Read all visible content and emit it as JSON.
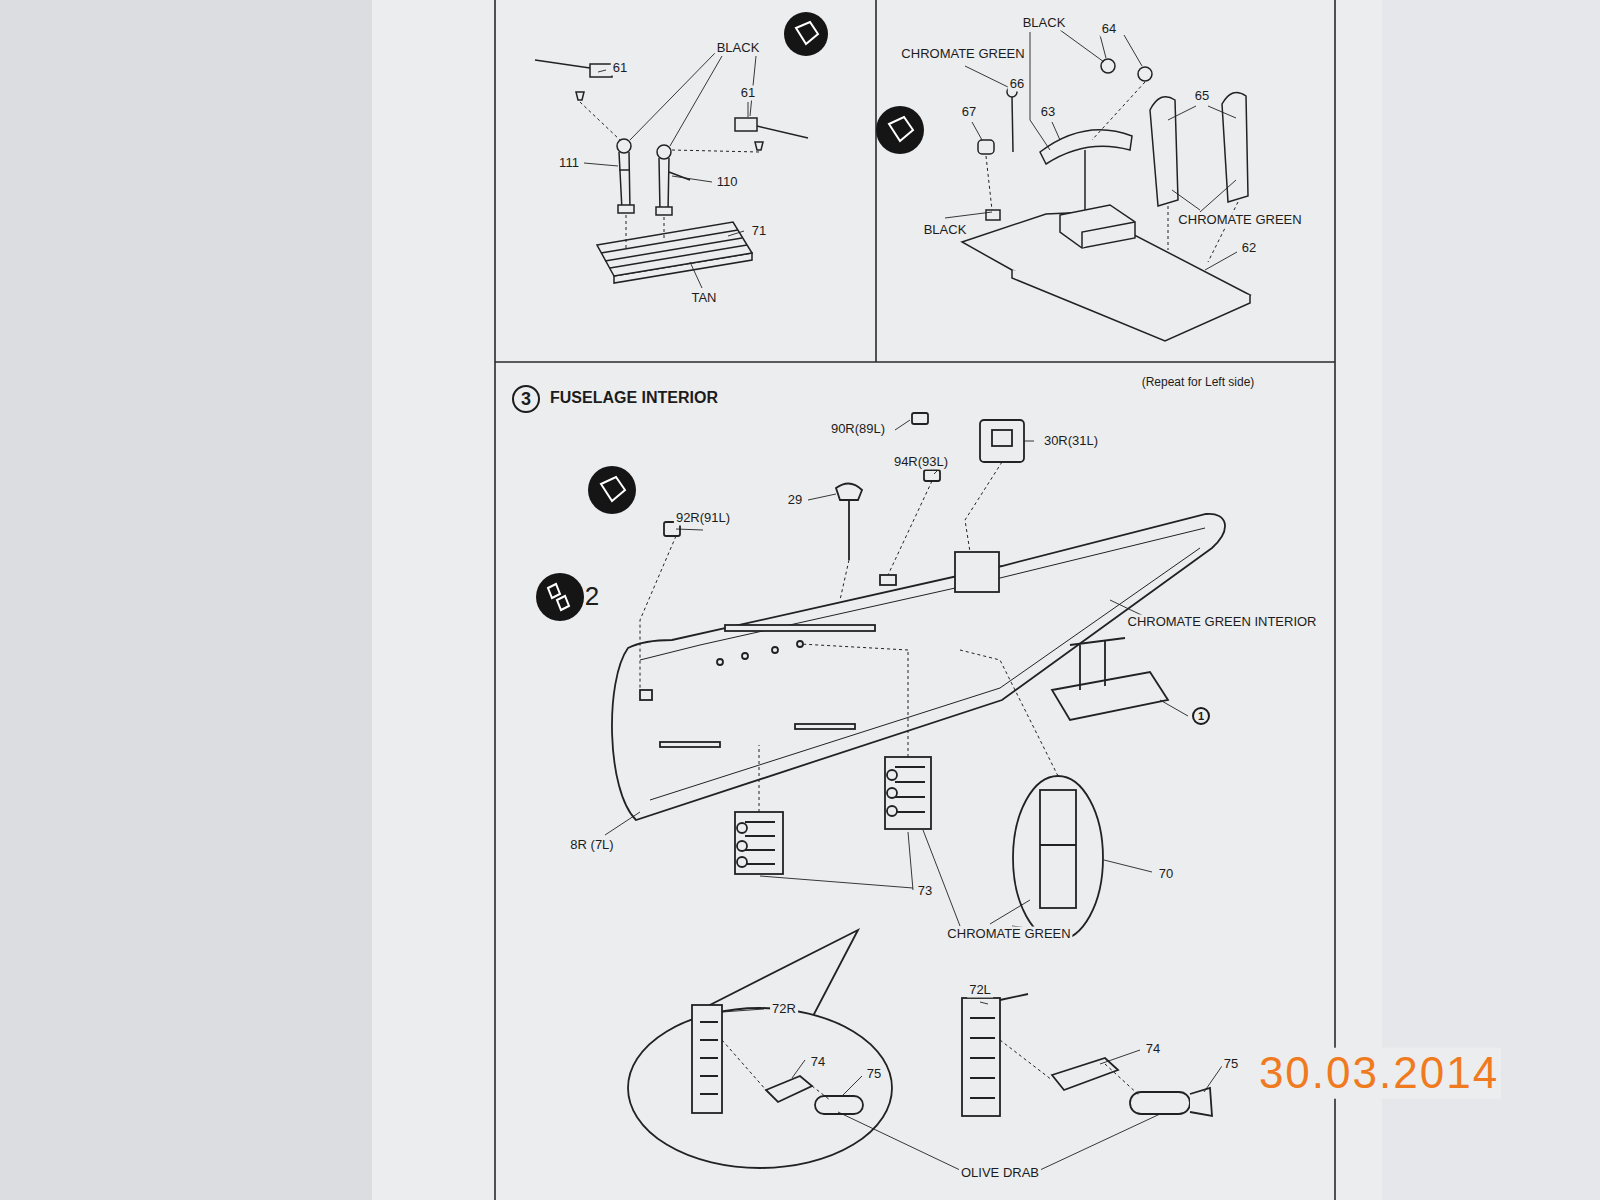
{
  "diagram": {
    "title": "FUSELAGE INTERIOR",
    "nodes": [
      {
        "text": [
          "3"
        ]
      },
      {
        "text": [
          "1"
        ]
      }
    ],
    "labels": [
      "BLACK",
      "61",
      "61",
      "111",
      "110",
      "71",
      "TAN",
      "BLACK",
      "64",
      "CHROMATE GREEN",
      "66",
      "67",
      "63",
      "65",
      "BLACK",
      "CHROMATE GREEN",
      "62",
      "(Repeat for Left side)",
      "90R(89L)",
      "30R(31L)",
      "94R(93L)",
      "29",
      "92R(91L)",
      "2",
      "CHROMATE GREEN INTERIOR",
      "8R (7L)",
      "70",
      "73",
      "CHROMATE GREEN",
      "72R",
      "74",
      "75",
      "72L",
      "74",
      "75",
      "OLIVE DRAB",
      "30.03.2014"
    ]
  }
}
